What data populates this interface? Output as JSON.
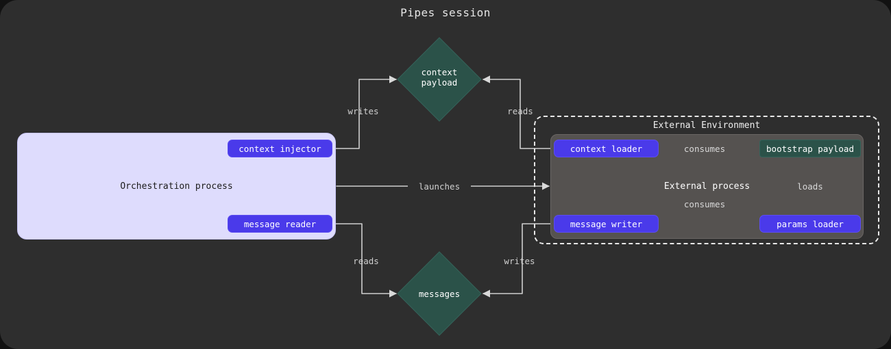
{
  "title": "Pipes session",
  "colors": {
    "canvas_bg": "#2e2e2e",
    "page_bg": "#121212",
    "orchestration_bg": "#dedcfd",
    "external_process_bg": "#555250",
    "pill_purple": "#4a3aea",
    "asset_teal": "#2b5249",
    "edge_stroke": "#cfcfcf",
    "text_light": "#ffffff",
    "text_dark": "#1b1b1b"
  },
  "containers": {
    "orchestration": {
      "label": "Orchestration process"
    },
    "external_environment": {
      "label": "External Environment"
    },
    "external_process": {
      "label": "External process"
    }
  },
  "nodes": {
    "context_injector": "context injector",
    "message_reader": "message reader",
    "context_loader": "context loader",
    "message_writer": "message writer",
    "params_loader": "params loader",
    "bootstrap_payload": "bootstrap payload",
    "context_payload": "context\npayload",
    "messages": "messages"
  },
  "edges": [
    {
      "id": "writes-context",
      "label": "writes",
      "from": "context injector",
      "to": "context payload"
    },
    {
      "id": "reads-context",
      "label": "reads",
      "from": "context loader",
      "to": "context payload"
    },
    {
      "id": "launches",
      "label": "launches",
      "from": "Orchestration process",
      "to": "External process"
    },
    {
      "id": "reads-messages",
      "label": "reads",
      "from": "message reader",
      "to": "messages"
    },
    {
      "id": "writes-messages",
      "label": "writes",
      "from": "message writer",
      "to": "messages"
    },
    {
      "id": "consumes-context-loader",
      "label": "consumes",
      "from": "context loader",
      "to": "bootstrap payload"
    },
    {
      "id": "consumes-message-writer",
      "label": "consumes",
      "from": "message writer",
      "to": "bootstrap payload"
    },
    {
      "id": "loads-params",
      "label": "loads",
      "from": "params loader",
      "to": "bootstrap payload"
    }
  ]
}
